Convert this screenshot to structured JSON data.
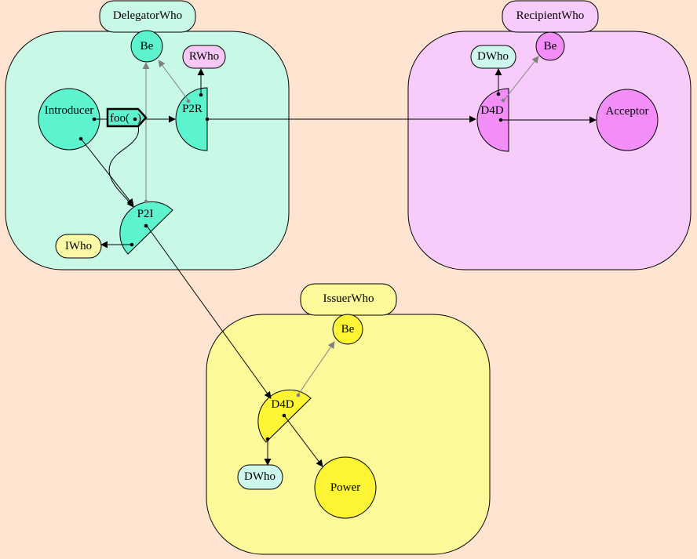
{
  "colors": {
    "background": "#ffe4d2",
    "delegator_fill": "#c8f8e6",
    "recipient_fill": "#f8ccfa",
    "issuer_fill": "#fcf99a",
    "teal_node": "#5df3cf",
    "magenta_node": "#f38df7",
    "yellow_node": "#fdf436",
    "dwho_fill": "#cdf7ec",
    "rwho_fill": "#f7c8f5",
    "iwho_fill": "#fbf9a6",
    "black_arrow": "#000000",
    "gray_arrow": "#808080"
  },
  "regions": {
    "delegator": {
      "title": "DelegatorWho"
    },
    "recipient": {
      "title": "RecipientWho"
    },
    "issuer": {
      "title": "IssuerWho"
    }
  },
  "nodes": {
    "delegator_be": "Be",
    "rwho": "RWho",
    "introducer": "Introducer",
    "foo_message": "foo(",
    "foo_close": ")",
    "p2r": "P2R",
    "p2i": "P2I",
    "iwho": "IWho",
    "recipient_dwho": "DWho",
    "recipient_be": "Be",
    "recipient_d4d": "D4D",
    "acceptor": "Acceptor",
    "issuer_be": "Be",
    "issuer_d4d": "D4D",
    "issuer_dwho": "DWho",
    "power": "Power"
  }
}
